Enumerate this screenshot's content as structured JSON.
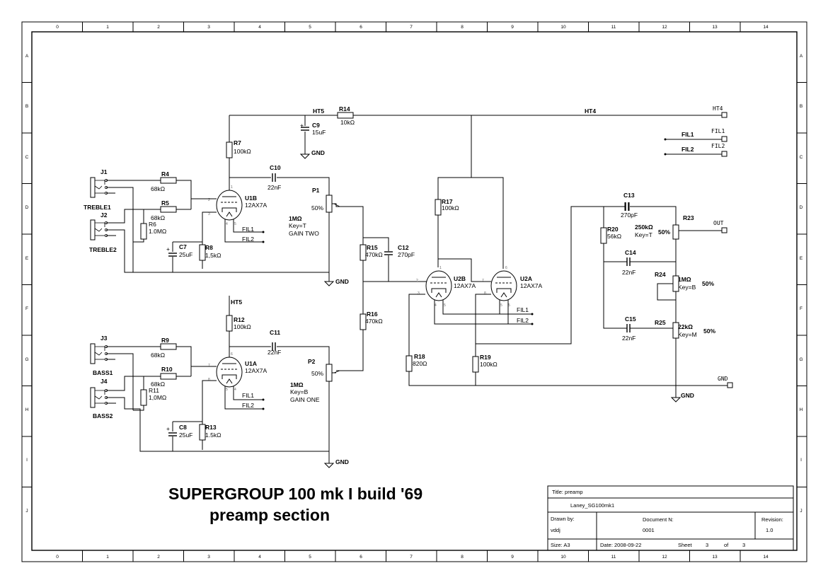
{
  "frame": {
    "col_labels": [
      "0",
      "1",
      "2",
      "3",
      "4",
      "5",
      "6",
      "7",
      "8",
      "9",
      "10",
      "11",
      "12",
      "13",
      "14"
    ],
    "row_labels": [
      "A",
      "B",
      "C",
      "D",
      "E",
      "F",
      "G",
      "H",
      "I",
      "J"
    ]
  },
  "heading": {
    "line1": "SUPERGROUP 100 mk I   build '69",
    "line2": "preamp section"
  },
  "title_block": {
    "title": "Title: preamp",
    "file": "Laney_SG100mk1",
    "drawn_by_label": "Drawn by:",
    "drawn_by": "vddj",
    "document_label": "Document N:",
    "document": "0001",
    "revision_label": "Revision:",
    "revision": "1.0",
    "size": "Size:  A3",
    "date": "Date:  2008-09-22",
    "sheet_label": "Sheet",
    "sheet_num": "3",
    "sheet_of": "of",
    "sheet_total": "3"
  },
  "labels": {
    "j1": "J1",
    "treble1": "TREBLE1",
    "j2": "J2",
    "treble2": "TREBLE2",
    "j3": "J3",
    "bass1": "BASS1",
    "j4": "J4",
    "bass2": "BASS2",
    "r4": "R4",
    "r4v": "68kΩ",
    "r5": "R5",
    "r5v": "68kΩ",
    "r6": "R6",
    "r6v": "1.0MΩ",
    "r7": "R7",
    "r7v": "100kΩ",
    "r8": "R8",
    "r8v": "1,5kΩ",
    "c7": "C7",
    "c7v": "25uF",
    "c9": "C9",
    "c9v": "15uF",
    "c10": "C10",
    "c10v": "22nF",
    "r14": "R14",
    "r14v": "10kΩ",
    "ht5": "HT5",
    "ht4": "HT4",
    "ht4pin": "HT4",
    "u1b": "U1B",
    "u1bv": "12AX7A",
    "fil1a": "FIL1",
    "fil2a": "FIL2",
    "p1": "P1",
    "p1pct": "50%",
    "p1v": "1MΩ",
    "p1key": "Key=T",
    "p1name": "GAIN TWO",
    "gnd1": "GND",
    "gnd2": "GND",
    "gnd3": "GND",
    "gnd4": "GND",
    "gndpin": "GND",
    "r15": "R15",
    "r15v": "470kΩ",
    "c12": "C12",
    "c12v": "270pF",
    "r16": "R16",
    "r16v": "470kΩ",
    "r17": "R17",
    "r17v": "100kΩ",
    "u2b": "U2B",
    "u2bv": "12AX7A",
    "u2a": "U2A",
    "u2av": "12AX7A",
    "fil1b": "FIL1",
    "fil2b": "FIL2",
    "r18": "R18",
    "r18v": "820Ω",
    "r19": "R19",
    "r19v": "100kΩ",
    "fil1c": "FIL1",
    "fil1pin": "FIL1",
    "fil2c": "FIL2",
    "fil2pin": "FIL2",
    "c13": "C13",
    "c13v": "270pF",
    "r20": "R20",
    "r20v": "56kΩ",
    "r23": "R23",
    "r23v": "250kΩ",
    "r23key": "Key=T",
    "r23pct": "50%",
    "out": "OUT",
    "c14": "C14",
    "c14v": "22nF",
    "r24": "R24",
    "r24v": "1MΩ",
    "r24key": "Key=B",
    "r24pct": "50%",
    "c15": "C15",
    "c15v": "22nF",
    "r25": "R25",
    "r25v": "22kΩ",
    "r25key": "Key=M",
    "r25pct": "50%",
    "ht5b": "HT5",
    "r12": "R12",
    "r12v": "100kΩ",
    "c11": "C11",
    "c11v": "22nF",
    "r9": "R9",
    "r9v": "68kΩ",
    "r10": "R10",
    "r10v": "68kΩ",
    "r11": "R11",
    "r11v": "1,0MΩ",
    "u1a": "U1A",
    "u1av": "12AX7A",
    "fil1d": "FIL1",
    "fil2d": "FIL2",
    "p2": "P2",
    "p2pct": "50%",
    "p2v": "1MΩ",
    "p2key": "Key=B",
    "p2name": "GAIN ONE",
    "c8": "C8",
    "c8v": "25uF",
    "r13": "R13",
    "r13v": "1.5kΩ"
  }
}
